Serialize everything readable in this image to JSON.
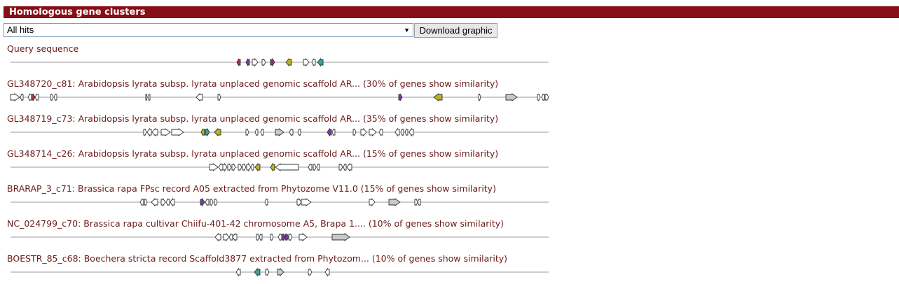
{
  "header": {
    "title": "Homologous gene clusters"
  },
  "controls": {
    "select_value": "All hits",
    "download_label": "Download graphic"
  },
  "colors": {
    "header_bg": "#860e14",
    "label_text": "#6b1a1a",
    "track_line": "#999999",
    "gene_default": "#ffffff",
    "gene_grey": "#c8c8c8",
    "gene_magenta": "#a62b6f",
    "gene_purple": "#7a3ca0",
    "gene_olive": "#b8b21e",
    "gene_teal": "#34a39a",
    "gene_red": "#b5323c"
  },
  "clusters": [
    {
      "label": "Query sequence",
      "genes": [
        {
          "s": 338,
          "e": 343,
          "d": -1,
          "c": "gene_red"
        },
        {
          "s": 351,
          "e": 356,
          "d": -1,
          "c": "gene_purple"
        },
        {
          "s": 360,
          "e": 368,
          "d": 1,
          "c": "gene_default"
        },
        {
          "s": 374,
          "e": 379,
          "d": 1,
          "c": "gene_default"
        },
        {
          "s": 386,
          "e": 392,
          "d": 1,
          "c": "gene_magenta"
        },
        {
          "s": 408,
          "e": 416,
          "d": -1,
          "c": "gene_olive"
        },
        {
          "s": 433,
          "e": 441,
          "d": 1,
          "c": "gene_default"
        },
        {
          "s": 445,
          "e": 450,
          "d": -1,
          "c": "gene_default"
        },
        {
          "s": 453,
          "e": 461,
          "d": -1,
          "c": "gene_teal"
        }
      ]
    },
    {
      "label": "GL348720_c81: Arabidopsis lyrata subsp. lyrata unplaced genomic scaffold AR... (30% of genes show similarity)",
      "genes": [
        {
          "s": 15,
          "e": 28,
          "d": 1,
          "c": "gene_default"
        },
        {
          "s": 29,
          "e": 33,
          "d": -1,
          "c": "gene_default"
        },
        {
          "s": 40,
          "e": 45,
          "d": -1,
          "c": "gene_default"
        },
        {
          "s": 45,
          "e": 50,
          "d": 1,
          "c": "gene_red"
        },
        {
          "s": 50,
          "e": 55,
          "d": -1,
          "c": "gene_default"
        },
        {
          "s": 72,
          "e": 76,
          "d": 1,
          "c": "gene_default"
        },
        {
          "s": 77,
          "e": 81,
          "d": -1,
          "c": "gene_default"
        },
        {
          "s": 208,
          "e": 210,
          "d": 1,
          "c": "gene_default"
        },
        {
          "s": 211,
          "e": 214,
          "d": -1,
          "c": "gene_default"
        },
        {
          "s": 280,
          "e": 289,
          "d": -1,
          "c": "gene_default"
        },
        {
          "s": 311,
          "e": 315,
          "d": 1,
          "c": "gene_default"
        },
        {
          "s": 569,
          "e": 574,
          "d": 1,
          "c": "gene_purple"
        },
        {
          "s": 619,
          "e": 631,
          "d": -1,
          "c": "gene_olive"
        },
        {
          "s": 683,
          "e": 686,
          "d": 1,
          "c": "gene_default"
        },
        {
          "s": 722,
          "e": 738,
          "d": 1,
          "c": "gene_grey"
        },
        {
          "s": 767,
          "e": 771,
          "d": 1,
          "c": "gene_default"
        },
        {
          "s": 773,
          "e": 777,
          "d": -1,
          "c": "gene_default"
        },
        {
          "s": 778,
          "e": 783,
          "d": 1,
          "c": "gene_default"
        }
      ]
    },
    {
      "label": "GL348719_c73: Arabidopsis lyrata subsp. lyrata unplaced genomic scaffold AR... (35% of genes show similarity)",
      "genes": [
        {
          "s": 205,
          "e": 209,
          "d": 1,
          "c": "gene_default"
        },
        {
          "s": 210,
          "e": 216,
          "d": -1,
          "c": "gene_default"
        },
        {
          "s": 217,
          "e": 225,
          "d": -1,
          "c": "gene_default"
        },
        {
          "s": 230,
          "e": 243,
          "d": 1,
          "c": "gene_default"
        },
        {
          "s": 245,
          "e": 262,
          "d": 1,
          "c": "gene_default"
        },
        {
          "s": 287,
          "e": 292,
          "d": -1,
          "c": "gene_olive"
        },
        {
          "s": 293,
          "e": 299,
          "d": 1,
          "c": "gene_teal"
        },
        {
          "s": 306,
          "e": 315,
          "d": -1,
          "c": "gene_olive"
        },
        {
          "s": 351,
          "e": 355,
          "d": 1,
          "c": "gene_default"
        },
        {
          "s": 364,
          "e": 368,
          "d": -1,
          "c": "gene_default"
        },
        {
          "s": 372,
          "e": 376,
          "d": -1,
          "c": "gene_default"
        },
        {
          "s": 393,
          "e": 405,
          "d": 1,
          "c": "gene_grey"
        },
        {
          "s": 413,
          "e": 418,
          "d": -1,
          "c": "gene_default"
        },
        {
          "s": 425,
          "e": 429,
          "d": -1,
          "c": "gene_default"
        },
        {
          "s": 467,
          "e": 473,
          "d": -1,
          "c": "gene_purple"
        },
        {
          "s": 474,
          "e": 478,
          "d": -1,
          "c": "gene_default"
        },
        {
          "s": 504,
          "e": 508,
          "d": 1,
          "c": "gene_default"
        },
        {
          "s": 515,
          "e": 523,
          "d": 1,
          "c": "gene_default"
        },
        {
          "s": 527,
          "e": 537,
          "d": 1,
          "c": "gene_default"
        },
        {
          "s": 541,
          "e": 546,
          "d": -1,
          "c": "gene_default"
        },
        {
          "s": 564,
          "e": 570,
          "d": -1,
          "c": "gene_default"
        },
        {
          "s": 572,
          "e": 576,
          "d": -1,
          "c": "gene_default"
        },
        {
          "s": 578,
          "e": 582,
          "d": -1,
          "c": "gene_default"
        },
        {
          "s": 584,
          "e": 590,
          "d": -1,
          "c": "gene_default"
        }
      ]
    },
    {
      "label": "GL348714_c26: Arabidopsis lyrata subsp. lyrata unplaced genomic scaffold AR... (15% of genes show similarity)",
      "genes": [
        {
          "s": 299,
          "e": 311,
          "d": 1,
          "c": "gene_default"
        },
        {
          "s": 312,
          "e": 318,
          "d": -1,
          "c": "gene_default"
        },
        {
          "s": 318,
          "e": 324,
          "d": 1,
          "c": "gene_default"
        },
        {
          "s": 325,
          "e": 330,
          "d": 1,
          "c": "gene_default"
        },
        {
          "s": 331,
          "e": 336,
          "d": 1,
          "c": "gene_default"
        },
        {
          "s": 340,
          "e": 345,
          "d": 1,
          "c": "gene_default"
        },
        {
          "s": 346,
          "e": 351,
          "d": 1,
          "c": "gene_default"
        },
        {
          "s": 352,
          "e": 358,
          "d": 1,
          "c": "gene_default"
        },
        {
          "s": 358,
          "e": 362,
          "d": -1,
          "c": "gene_default"
        },
        {
          "s": 364,
          "e": 371,
          "d": -1,
          "c": "gene_olive"
        },
        {
          "s": 386,
          "e": 392,
          "d": -1,
          "c": "gene_olive"
        },
        {
          "s": 393,
          "e": 426,
          "d": -1,
          "c": "gene_default"
        },
        {
          "s": 440,
          "e": 445,
          "d": -1,
          "c": "gene_default"
        },
        {
          "s": 447,
          "e": 451,
          "d": 1,
          "c": "gene_default"
        },
        {
          "s": 452,
          "e": 456,
          "d": -1,
          "c": "gene_default"
        },
        {
          "s": 484,
          "e": 489,
          "d": 1,
          "c": "gene_default"
        },
        {
          "s": 490,
          "e": 494,
          "d": -1,
          "c": "gene_default"
        },
        {
          "s": 495,
          "e": 502,
          "d": -1,
          "c": "gene_default"
        }
      ]
    },
    {
      "label": "BRARAP_3_c71: Brassica rapa FPsc record A05 extracted from Phytozome V11.0 (15% of genes show similarity)",
      "genes": [
        {
          "s": 200,
          "e": 205,
          "d": -1,
          "c": "gene_default"
        },
        {
          "s": 206,
          "e": 210,
          "d": 1,
          "c": "gene_default"
        },
        {
          "s": 216,
          "e": 225,
          "d": -1,
          "c": "gene_default"
        },
        {
          "s": 230,
          "e": 236,
          "d": 1,
          "c": "gene_default"
        },
        {
          "s": 237,
          "e": 242,
          "d": -1,
          "c": "gene_default"
        },
        {
          "s": 243,
          "e": 249,
          "d": -1,
          "c": "gene_default"
        },
        {
          "s": 286,
          "e": 292,
          "d": 1,
          "c": "gene_purple"
        },
        {
          "s": 293,
          "e": 298,
          "d": -1,
          "c": "gene_default"
        },
        {
          "s": 300,
          "e": 304,
          "d": 1,
          "c": "gene_default"
        },
        {
          "s": 306,
          "e": 310,
          "d": 1,
          "c": "gene_default"
        },
        {
          "s": 378,
          "e": 382,
          "d": -1,
          "c": "gene_default"
        },
        {
          "s": 424,
          "e": 430,
          "d": 1,
          "c": "gene_default"
        },
        {
          "s": 430,
          "e": 444,
          "d": 1,
          "c": "gene_default"
        },
        {
          "s": 527,
          "e": 535,
          "d": 1,
          "c": "gene_default"
        },
        {
          "s": 555,
          "e": 571,
          "d": 1,
          "c": "gene_grey"
        },
        {
          "s": 592,
          "e": 596,
          "d": 1,
          "c": "gene_default"
        },
        {
          "s": 596,
          "e": 600,
          "d": -1,
          "c": "gene_default"
        }
      ]
    },
    {
      "label": "NC_024799_c70: Brassica rapa cultivar Chiifu-401-42 chromosome A5, Brapa 1.... (10% of genes show similarity)",
      "genes": [
        {
          "s": 307,
          "e": 315,
          "d": -1,
          "c": "gene_default"
        },
        {
          "s": 319,
          "e": 327,
          "d": 1,
          "c": "gene_default"
        },
        {
          "s": 327,
          "e": 332,
          "d": -1,
          "c": "gene_default"
        },
        {
          "s": 332,
          "e": 338,
          "d": -1,
          "c": "gene_default"
        },
        {
          "s": 366,
          "e": 370,
          "d": 1,
          "c": "gene_default"
        },
        {
          "s": 370,
          "e": 374,
          "d": -1,
          "c": "gene_default"
        },
        {
          "s": 386,
          "e": 390,
          "d": 1,
          "c": "gene_default"
        },
        {
          "s": 397,
          "e": 402,
          "d": -1,
          "c": "gene_default"
        },
        {
          "s": 402,
          "e": 407,
          "d": 1,
          "c": "gene_purple"
        },
        {
          "s": 407,
          "e": 412,
          "d": 1,
          "c": "gene_purple"
        },
        {
          "s": 412,
          "e": 417,
          "d": 1,
          "c": "gene_default"
        },
        {
          "s": 427,
          "e": 438,
          "d": 1,
          "c": "gene_default"
        },
        {
          "s": 474,
          "e": 499,
          "d": 1,
          "c": "gene_grey"
        }
      ]
    },
    {
      "label": "BOESTR_85_c68: Boechera stricta record Scaffold3877 extracted from Phytozom... (10% of genes show similarity)",
      "genes": [
        {
          "s": 337,
          "e": 343,
          "d": -1,
          "c": "gene_default"
        },
        {
          "s": 363,
          "e": 371,
          "d": -1,
          "c": "gene_teal"
        },
        {
          "s": 379,
          "e": 384,
          "d": 1,
          "c": "gene_default"
        },
        {
          "s": 396,
          "e": 405,
          "d": 1,
          "c": "gene_grey"
        },
        {
          "s": 440,
          "e": 445,
          "d": 1,
          "c": "gene_default"
        },
        {
          "s": 464,
          "e": 470,
          "d": -1,
          "c": "gene_default"
        }
      ]
    }
  ]
}
